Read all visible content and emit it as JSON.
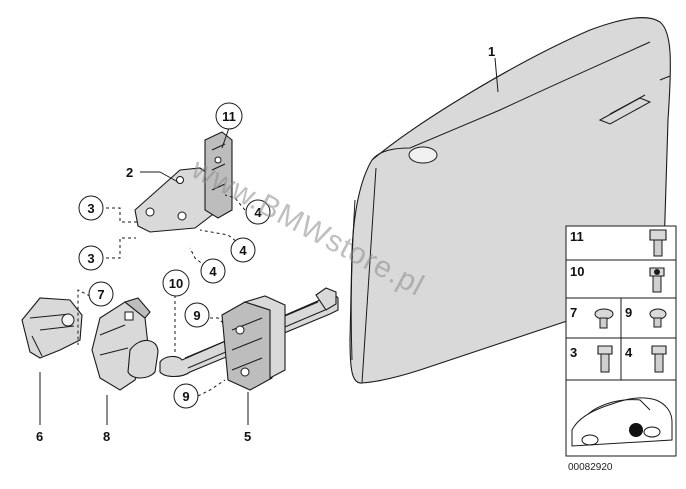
{
  "watermark": "www.BMWstore.pl",
  "diagram_code": "00082920",
  "callouts": {
    "door": "1",
    "upper_hinge": "2",
    "bolt_upper": "3",
    "bolt_lower": "3",
    "nut_a": "4",
    "nut_b": "4",
    "nut_c": "4",
    "door_check": "5",
    "stop_buffer": "6",
    "stop_screw": "7",
    "lower_hinge": "8",
    "screw_upper": "9",
    "screw_lower": "9",
    "pin": "10",
    "hinge_screw": "11"
  },
  "parts_grid": {
    "cells": [
      "11",
      "10",
      "7",
      "9",
      "3",
      "4"
    ]
  }
}
